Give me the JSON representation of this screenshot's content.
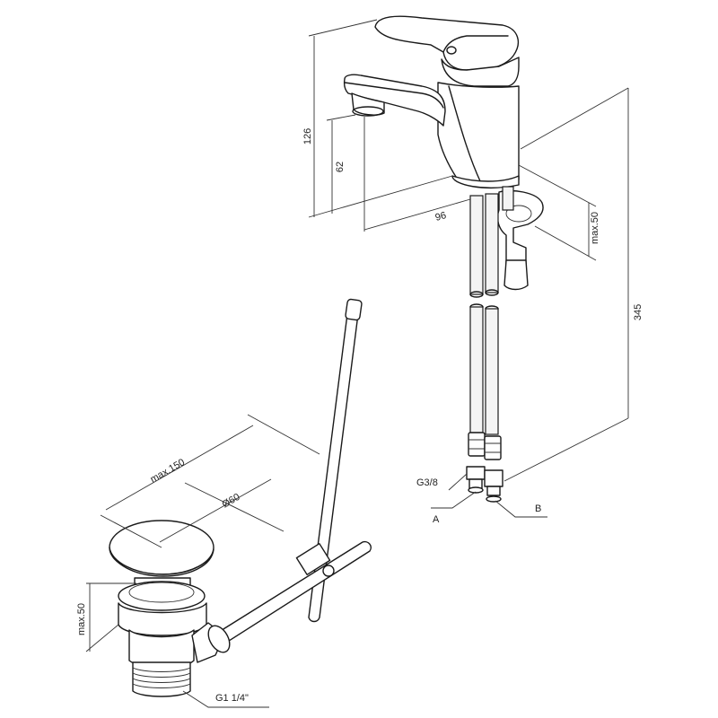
{
  "dimensions": {
    "total_height": "126",
    "spout_height": "62",
    "spout_reach": "96",
    "deck_thickness_faucet": "max.50",
    "hose_length": "345",
    "waste_reach": "max.150",
    "waste_diameter": "Ø60",
    "deck_thickness_waste": "max.50"
  },
  "connections": {
    "hose_thread": "G3/8",
    "hose_a": "A",
    "hose_b": "B",
    "waste_thread": "G1 1/4\""
  },
  "colors": {
    "line": "#1a1a1a",
    "background": "#ffffff"
  }
}
